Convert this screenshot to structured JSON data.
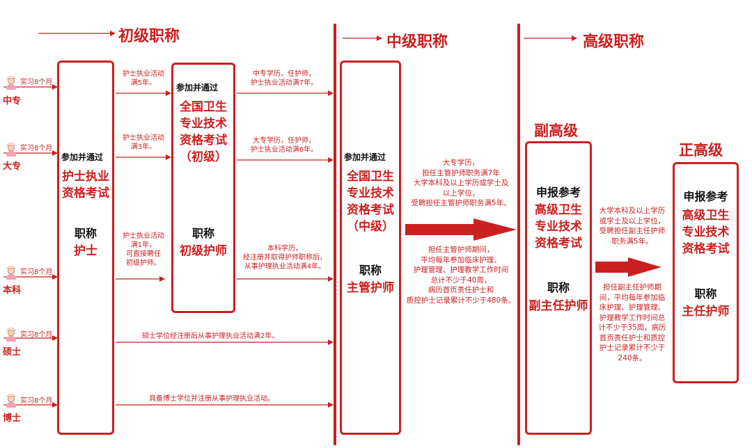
{
  "headers": {
    "primary": "初级职称",
    "intermediate": "中级职称",
    "senior": "高级职称",
    "associate_senior": "副高级",
    "full_senior": "正高级"
  },
  "entries": [
    {
      "label": "中专",
      "internship": "实习8个月"
    },
    {
      "label": "大专",
      "internship": "实习8个月"
    },
    {
      "label": "本科",
      "internship": "实习8个月"
    },
    {
      "label": "硕士",
      "internship": "实习8个月"
    },
    {
      "label": "博士",
      "internship": "实习8个月"
    }
  ],
  "box_nurse": {
    "pass_text": "参加并通过",
    "exam": "护士执业\n资格考试",
    "title_label": "职称",
    "title": "护士"
  },
  "mid_conditions": [
    "护士执业活动\n满5年。",
    "护士执业活动\n满3年。",
    "护士执业活动\n满1年，\n可直接聘任\n初级护师。"
  ],
  "box_primary": {
    "pass_text": "参加并通过",
    "exam": "全国卫生\n专业技术\n资格考试\n（初级）",
    "title_label": "职称",
    "title": "初级护师"
  },
  "right_conditions": [
    "中专学历，任护师，\n护士执业活动满7年。",
    "大专学历，任护师，\n护士执业活动满6年。",
    "本科学历，\n经注册并取得护师职称后，\n从事护理执业活动满4年。"
  ],
  "long_conditions": {
    "master": "硕士学位经注册后从事护理执业活动满2年。",
    "phd": "具备博士学位并注册从事护理执业活动。"
  },
  "box_intermediate": {
    "pass_text": "参加并通过",
    "exam": "全国卫生\n专业技术\n资格考试\n（中级）",
    "title_label": "职称",
    "title": "主管护师"
  },
  "to_associate": {
    "upper": "大专学历，\n担任主管护师职务满7年\n大学本科及以上学历或学士及\n以上学位，\n受聘担任主管护师职务满5年。",
    "lower": "担任主管护师期间，\n平均每年参加临床护理、\n护理管理、护理教学工作时间\n总计不少于40周，\n病历首页责任护士和\n质控护士记录累计不少于480条。"
  },
  "box_associate": {
    "apply_text": "申报参考",
    "exam": "高级卫生\n专业技术\n资格考试",
    "title_label": "职称",
    "title": "副主任护师"
  },
  "to_full": {
    "upper": "大学本科及以上学历\n或学士及以上学位，\n受聘担任副主任护师\n职务满5年。",
    "lower": "担任副主任护师期\n间，平均每年参加临\n床护理、护理管理、\n护理教学工作时间总\n计不少于35周，病历\n首页责任护士和质控\n护士记录累计不少于\n240条。"
  },
  "box_full": {
    "apply_text": "申报参考",
    "exam": "高级卫生\n专业技术\n资格考试",
    "title_label": "职称",
    "title": "主任护师"
  },
  "colors": {
    "accent": "#cc1f1f"
  },
  "icons": {
    "person": "nurse-icon",
    "arrow": "arrow-right-icon"
  }
}
